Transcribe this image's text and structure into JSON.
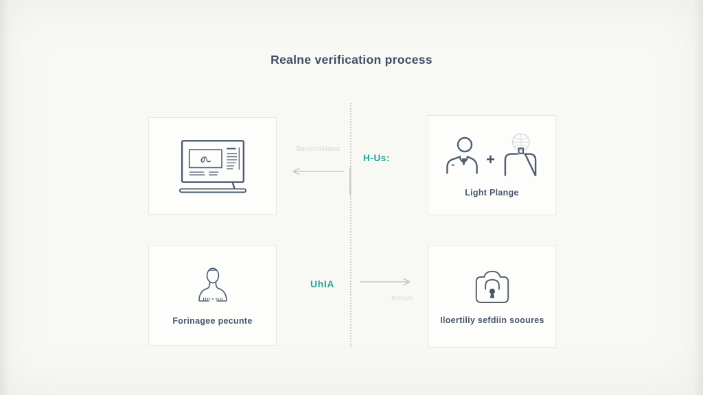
{
  "title": "Realne verification process",
  "colors": {
    "background": "#f8f8f5",
    "card_background": "#fdfdfc",
    "card_border": "#e7e8e5",
    "title_text": "#3e4d61",
    "label_text": "#47566a",
    "icon_stroke": "#4f5e71",
    "accent_teal": "#27a39a",
    "faint_text": "#d2d7d6",
    "arrow": "#c6cac9",
    "divider": "#cdd1d0"
  },
  "cards": [
    {
      "id": "top-left",
      "icon": "monitor-verification-icon",
      "label": ""
    },
    {
      "id": "top-right",
      "icon": "person-plus-face-scan-icon",
      "plus": "+",
      "label": "Light Plange"
    },
    {
      "id": "bottom-left",
      "icon": "person-bust-icon",
      "label": "Forinagee pecunte"
    },
    {
      "id": "bottom-right",
      "icon": "camera-lock-icon",
      "label": "Iloertiliy sefdiin sooures"
    }
  ],
  "connectors": {
    "top": {
      "caption": "Senlnmkions",
      "arrow_direction": "left",
      "label": "H-Us:"
    },
    "bottom": {
      "label": "UhIA",
      "arrow_direction": "right",
      "caption": "Atnum"
    }
  }
}
